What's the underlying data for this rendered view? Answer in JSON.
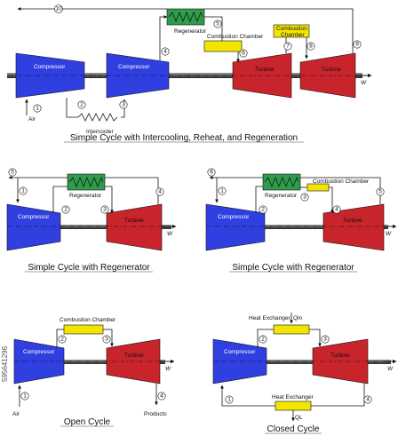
{
  "diagram1": {
    "compressor1": "Compressor",
    "compressor2": "Compressor",
    "turbine1": "Turbine",
    "turbine2": "Turbine",
    "regenerator": "Regenerator",
    "combustion1": "Combustion Chamber",
    "combustion1_line1": "Combustion",
    "combustion1_line2": "Chamber",
    "combustion2_line1": "Combustion",
    "combustion2_line2": "Chamber",
    "intercooler": "Intercooler",
    "air": "Air",
    "work": "W",
    "states": [
      "1",
      "2",
      "3",
      "4",
      "5",
      "6",
      "7",
      "8",
      "9",
      "10"
    ],
    "caption": "Simple Cycle with Intercooling, Reheat, and Regeneration"
  },
  "diagram2": {
    "compressor": "Compressor",
    "turbine": "Turbine",
    "regenerator": "Regenerator",
    "work": "W",
    "states": [
      "1",
      "2",
      "3",
      "4",
      "5"
    ],
    "caption": "Simple Cycle with Regenerator"
  },
  "diagram3": {
    "compressor": "Compressor",
    "turbine": "Turbine",
    "regenerator": "Regenerator",
    "combustion": "Combustion Chamber",
    "work": "W",
    "states": [
      "1",
      "2",
      "3",
      "4",
      "5",
      "6"
    ],
    "caption": "Simple Cycle with Regenerator"
  },
  "diagram4": {
    "compressor": "Compressor",
    "turbine": "Turbine",
    "combustion": "Combustion Chamber",
    "air": "Air",
    "products": "Products",
    "work": "W",
    "states": [
      "1",
      "2",
      "3",
      "4"
    ],
    "caption": "Open Cycle"
  },
  "diagram5": {
    "compressor": "Compressor",
    "turbine": "Turbine",
    "heat_exchanger_top": "Heat Exchanger",
    "heat_exchanger_bottom": "Heat Exchanger",
    "q_in": "Qin",
    "q_out": "QL",
    "work": "W",
    "states": [
      "1",
      "2",
      "3",
      "4"
    ],
    "caption": "Closed Cycle"
  },
  "watermark": "595641296",
  "colors": {
    "compressor": "#2f3fe0",
    "turbine": "#c8242b",
    "regenerator": "#2e9c4a",
    "combustion": "#f2e600",
    "shaft": "#6b6b6b"
  }
}
